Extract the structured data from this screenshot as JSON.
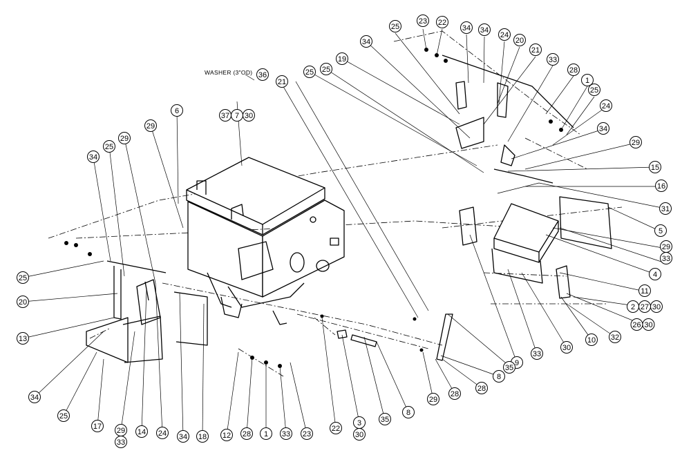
{
  "note": {
    "text": "WASHER (3\"OD)"
  },
  "callouts": [
    {
      "label": "23"
    },
    {
      "label": "22"
    },
    {
      "label": "25"
    },
    {
      "label": "34"
    },
    {
      "label": "34"
    },
    {
      "label": "24"
    },
    {
      "label": "20"
    },
    {
      "label": "21"
    },
    {
      "label": "33"
    },
    {
      "label": "28"
    },
    {
      "label": "1"
    },
    {
      "label": "25"
    },
    {
      "label": "24"
    },
    {
      "label": "34"
    },
    {
      "label": "29"
    },
    {
      "label": "15"
    },
    {
      "label": "16"
    },
    {
      "label": "31"
    },
    {
      "label": "5"
    },
    {
      "label": "29",
      "label2": "33"
    },
    {
      "label": "4"
    },
    {
      "label": "11"
    },
    {
      "label": "2",
      "label2": "27",
      "label3": "30"
    },
    {
      "label": "26",
      "label2": "30"
    },
    {
      "label": "32"
    },
    {
      "label": "10"
    },
    {
      "label": "30"
    },
    {
      "label": "33"
    },
    {
      "label": "9"
    },
    {
      "label": "35"
    },
    {
      "label": "8"
    },
    {
      "label": "28"
    },
    {
      "label": "28"
    },
    {
      "label": "29"
    },
    {
      "label": "8"
    },
    {
      "label": "35"
    },
    {
      "label": "3",
      "label2": "30"
    },
    {
      "label": "22"
    },
    {
      "label": "23"
    },
    {
      "label": "33"
    },
    {
      "label": "1"
    },
    {
      "label": "28"
    },
    {
      "label": "12"
    },
    {
      "label": "18"
    },
    {
      "label": "34"
    },
    {
      "label": "24"
    },
    {
      "label": "14"
    },
    {
      "label": "29",
      "label2": "33"
    },
    {
      "label": "17"
    },
    {
      "label": "25"
    },
    {
      "label": "34"
    },
    {
      "label": "13"
    },
    {
      "label": "20"
    },
    {
      "label": "25"
    },
    {
      "label": "34"
    },
    {
      "label": "25"
    },
    {
      "label": "29"
    },
    {
      "label": "29"
    },
    {
      "label": "6"
    },
    {
      "label": "37",
      "label2": "7",
      "label3": "30"
    },
    {
      "label": "36"
    },
    {
      "label": "21"
    },
    {
      "label": "25"
    },
    {
      "label": "19"
    },
    {
      "label": "34"
    },
    {
      "label": "25"
    }
  ]
}
